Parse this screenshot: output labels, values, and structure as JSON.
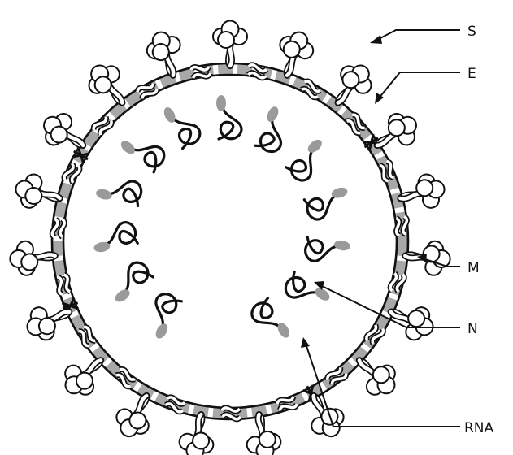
{
  "labels": {
    "s": "S",
    "e": "E",
    "m": "M",
    "n": "N",
    "rna": "RNA"
  },
  "colors": {
    "outline": "#111111",
    "membrane_band": "#a8a8a8",
    "nucleocapsid": "#9a9a9a",
    "fill": "#ffffff"
  }
}
